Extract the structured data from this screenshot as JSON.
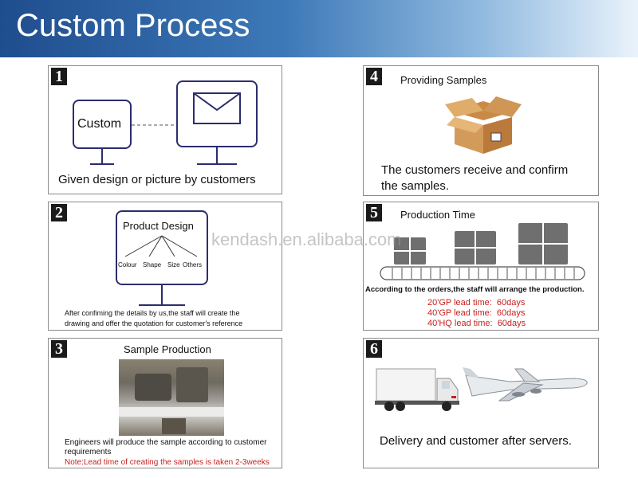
{
  "header": {
    "title": "Custom Process"
  },
  "watermark": "kendash.en.alibaba.com",
  "steps": [
    {
      "number": "1",
      "monitor_label": "Custom",
      "caption": "Given design or picture by customers"
    },
    {
      "number": "2",
      "box_title": "Product Design",
      "options": [
        "Colour",
        "Shape",
        "Size",
        "Others"
      ],
      "caption_line1": "After confiming the details by us,the staff will create the",
      "caption_line2": "drawing and offer the quotation for customer's reference"
    },
    {
      "number": "3",
      "title": "Sample Production",
      "caption_line1": "Engineers will produce the sample according to customer",
      "caption_line2": "requirements",
      "note": "Note:Lead time of creating the samples is taken 2-3weeks"
    },
    {
      "number": "4",
      "title": "Providing Samples",
      "caption_line1": "The customers receive and confirm",
      "caption_line2": "the samples."
    },
    {
      "number": "5",
      "title": "Production Time",
      "arrange": "According to the orders,the staff will arrange the production.",
      "lead_times": [
        "20'GP lead time:  60days",
        "40'GP lead time:  60days",
        "40'HQ lead time:  60days"
      ]
    },
    {
      "number": "6",
      "caption": "Delivery and customer after servers."
    }
  ],
  "colors": {
    "monitor": "#2b2d6e",
    "note_red": "#c8201e",
    "header_start": "#1f4d8e"
  },
  "icons": [
    "envelope-icon",
    "cardboard-box-icon",
    "window-icon",
    "conveyor-belt-icon",
    "truck-icon",
    "airplane-icon",
    "machine-photo"
  ]
}
